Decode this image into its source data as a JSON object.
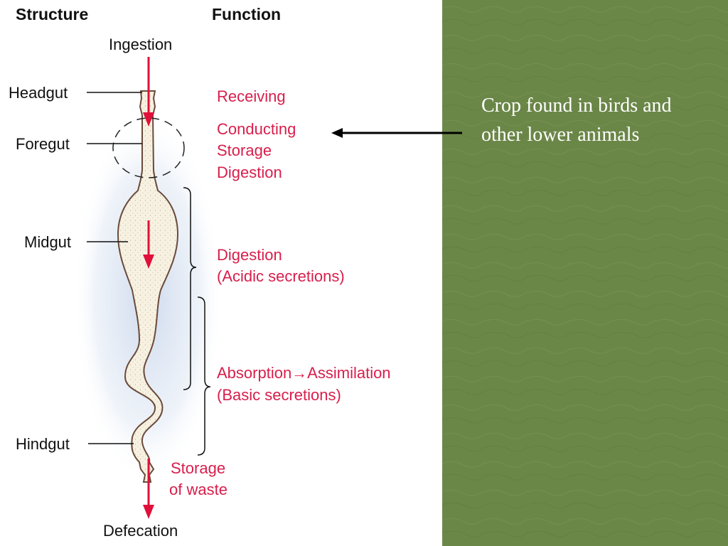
{
  "headers": {
    "structure": "Structure",
    "function": "Function"
  },
  "flow": {
    "ingestion": "Ingestion",
    "defecation": "Defecation"
  },
  "structures": {
    "headgut": "Headgut",
    "foregut": "Foregut",
    "midgut": "Midgut",
    "hindgut": "Hindgut"
  },
  "functions": {
    "receiving": "Receiving",
    "conducting": "Conducting",
    "storage": "Storage",
    "digestion": "Digestion",
    "midgut_digestion": "Digestion",
    "acidic_secretions": "(Acidic secretions)",
    "absorption": "Absorption→Assimilation",
    "basic_secretions": "(Basic secretions)",
    "storage_waste_1": "Storage",
    "storage_waste_2": "of waste"
  },
  "note": "Crop found in birds and other lower animals",
  "colors": {
    "function_text": "#d81e4b",
    "arrow": "#e0103a",
    "gut_fill": "#f7f1e1",
    "gut_outline": "#6a4a3a",
    "panel_bg": "#6b8748",
    "note_text": "#ffffff"
  }
}
